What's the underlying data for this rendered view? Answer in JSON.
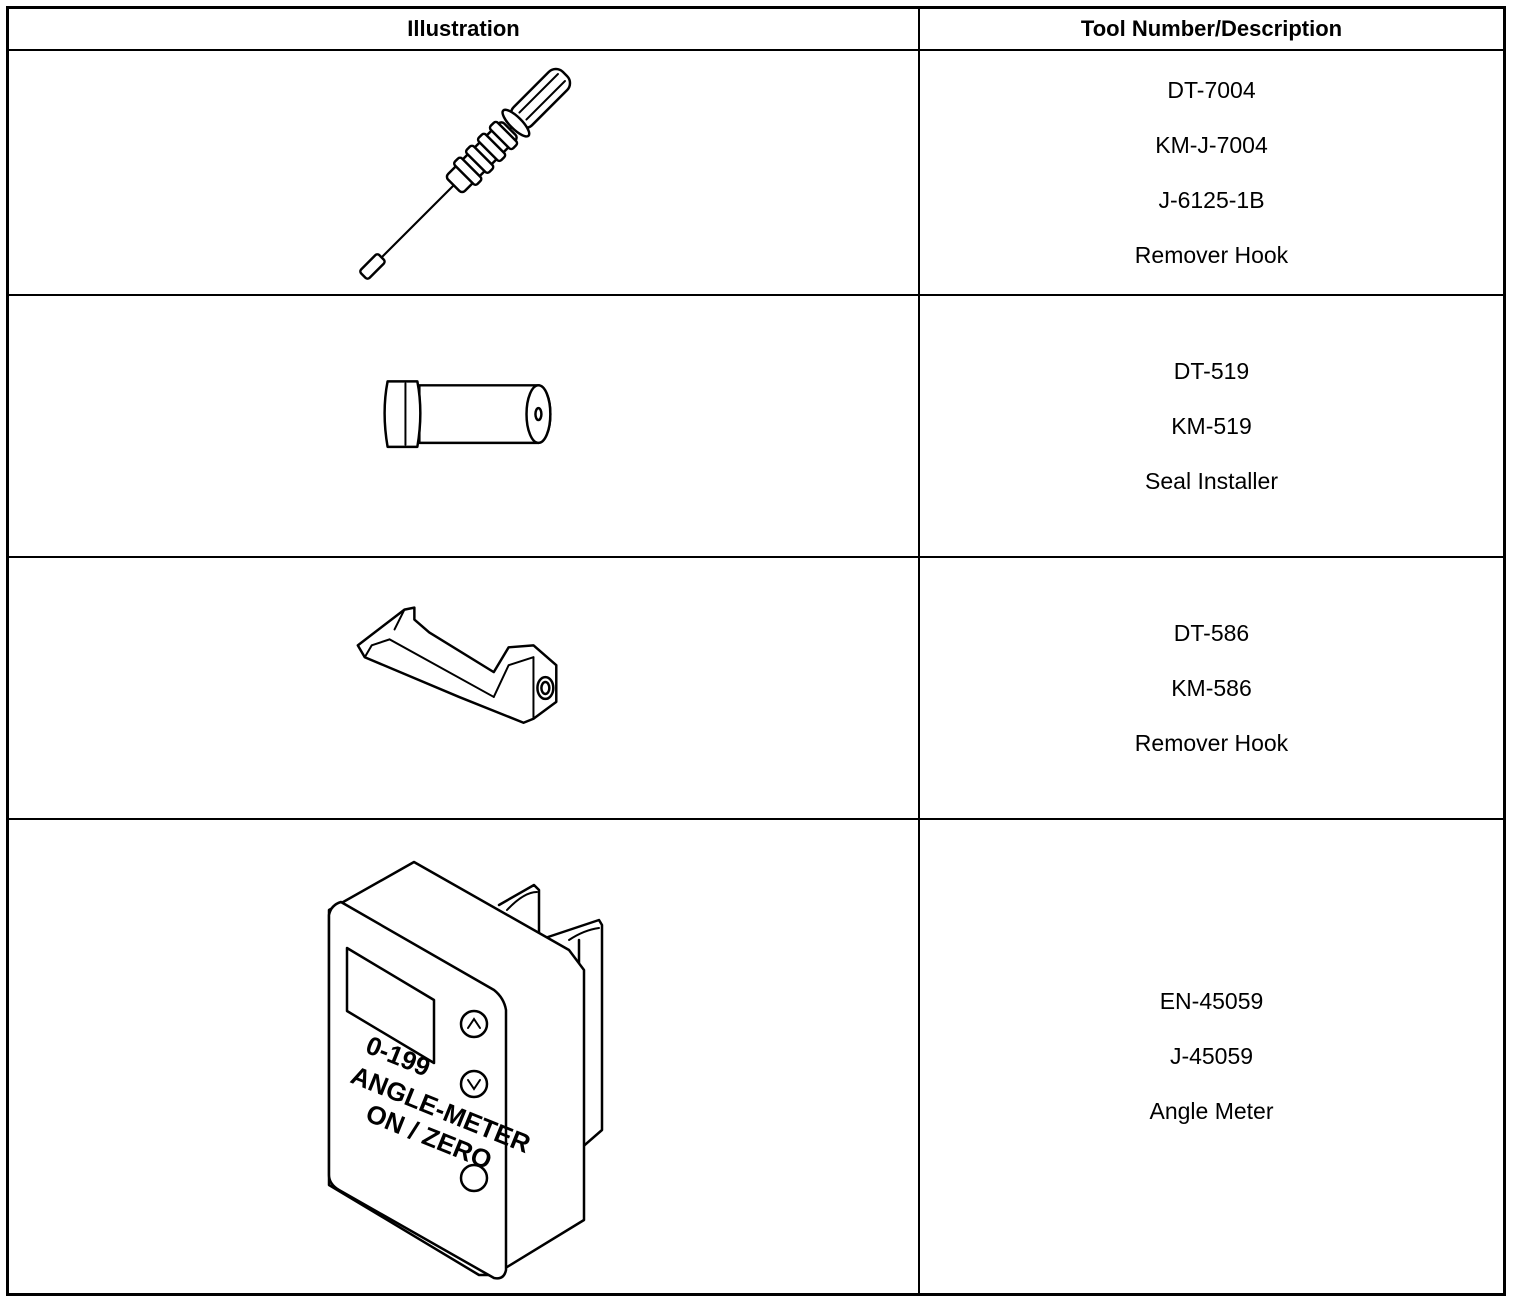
{
  "table": {
    "headers": {
      "illustration": "Illustration",
      "description": "Tool Number/Description"
    },
    "rows": [
      {
        "lines": [
          "DT-7004",
          "KM-J-7004",
          "J-6125-1B",
          "Remover Hook"
        ]
      },
      {
        "lines": [
          "DT-519",
          "KM-519",
          "Seal Installer"
        ]
      },
      {
        "lines": [
          "DT-586",
          "KM-586",
          "Remover Hook"
        ]
      },
      {
        "lines": [
          "EN-45059",
          "J-45059",
          "Angle Meter"
        ]
      }
    ]
  },
  "meter_labels": {
    "range": "0-199",
    "name": "ANGLE-METER",
    "button": "ON / ZERO"
  }
}
